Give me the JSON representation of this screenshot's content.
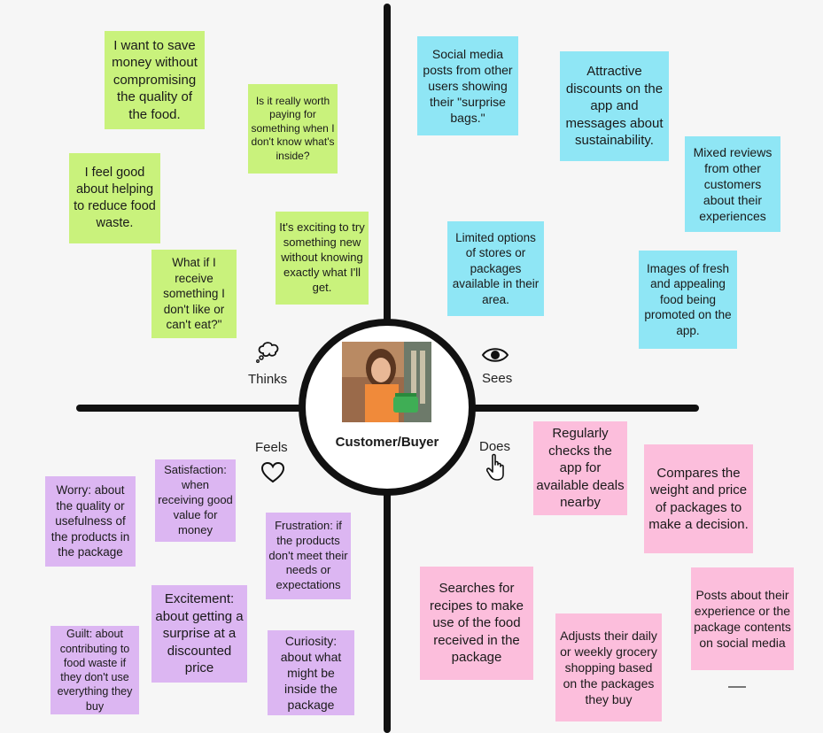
{
  "center": {
    "title": "Customer/Buyer",
    "photo_alt": "customer-photo"
  },
  "quadrants": {
    "thinks": {
      "label": "Thinks",
      "notes": [
        "I want to save money without compromising the quality of the food.",
        "Is it really worth paying for something when I don't know what's inside?",
        "I feel good about helping to reduce food waste.",
        "It's exciting to try something new without knowing exactly what I'll get.",
        "What if I receive something I don't like or can't eat?\""
      ]
    },
    "sees": {
      "label": "Sees",
      "notes": [
        "Social media posts from other users showing their \"surprise bags.\"",
        "Attractive discounts on the app and messages about sustainability.",
        "Mixed reviews from other customers about their experiences",
        "Limited options of stores or packages available in their area.",
        "Images of fresh and appealing food being promoted on the app."
      ]
    },
    "feels": {
      "label": "Feels",
      "notes": [
        "Satisfaction: when receiving good value for money",
        "Worry: about the quality or usefulness of the products in the package",
        "Frustration: if the products don't meet their needs or expectations",
        "Excitement: about getting a surprise at a discounted price",
        "Guilt: about contributing to food waste if they don't use everything they buy",
        "Curiosity: about what might be inside the package"
      ]
    },
    "does": {
      "label": "Does",
      "notes": [
        "Regularly checks the app for available deals nearby",
        "Compares the weight and price of packages to make a decision.",
        "Searches for recipes to make use of the food received in the package",
        "Posts about their experience or the package contents on social media",
        "Adjusts their daily or weekly grocery shopping based on the packages they buy"
      ]
    }
  },
  "icons": {
    "thinks": "thought-bubble-icon",
    "sees": "eye-icon",
    "feels": "heart-icon",
    "does": "pointing-hand-icon"
  },
  "colors": {
    "thinks": "#c9f27c",
    "sees": "#8fe6f5",
    "does": "#fcbedc",
    "feels": "#dcb6f2"
  }
}
